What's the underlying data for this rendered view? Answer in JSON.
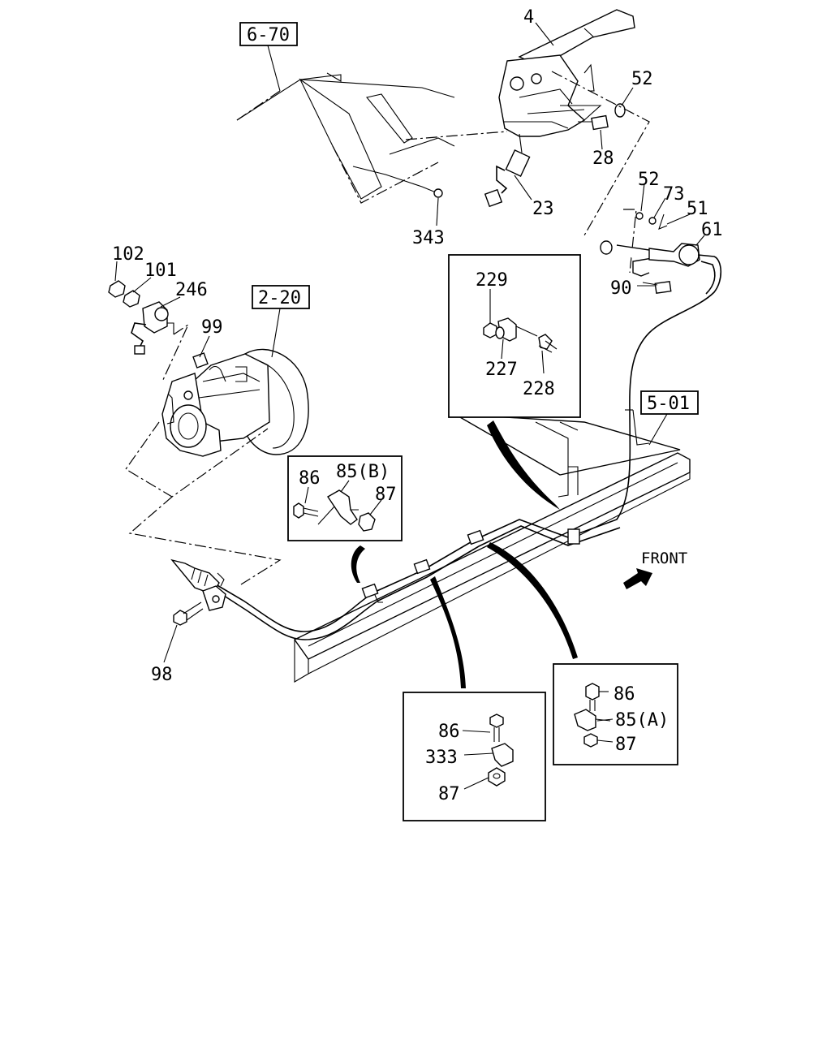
{
  "refs": {
    "r6_70": "6-70",
    "r2_20": "2-20",
    "r5_01": "5-01"
  },
  "labels": {
    "p4": "4",
    "p52a": "52",
    "p28": "28",
    "p23": "23",
    "p343": "343",
    "p52b": "52",
    "p73": "73",
    "p51": "51",
    "p61": "61",
    "p90": "90",
    "p102": "102",
    "p101": "101",
    "p246": "246",
    "p99": "99",
    "p98": "98",
    "p229": "229",
    "p227": "227",
    "p228": "228",
    "p86a": "86",
    "p85b": "85(B)",
    "p87a": "87",
    "p86b": "86",
    "p85a": "85(A)",
    "p87b": "87",
    "p86c": "86",
    "p333": "333",
    "p87c": "87"
  },
  "front": "FRONT"
}
